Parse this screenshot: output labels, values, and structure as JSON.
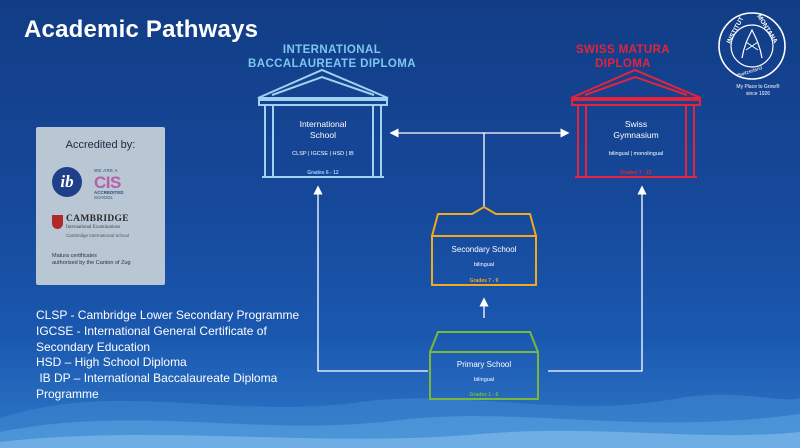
{
  "title": "Academic Pathways",
  "ib_caption": [
    "INTERNATIONAL",
    "BACCALAUREATE DIPLOMA"
  ],
  "swiss_caption": [
    "SWISS MATURA",
    "DIPLOMA"
  ],
  "accreditation": {
    "title": "Accredited by:",
    "ib_logo": "ib",
    "cis_pre": "WE ARE A",
    "cis_word": "CIS",
    "cis_accredited": "ACCREDITED",
    "cis_school": "SCHOOL",
    "cambridge_word": "CAMBRIDGE",
    "cambridge_sub": "International Examinations",
    "cambridge_school": "Cambridge International School",
    "matura_line1": "Matura certificates",
    "matura_line2": "authorised by the Canton of Zug"
  },
  "buildings": {
    "international": {
      "name1": "International",
      "name2": "School",
      "sub": "CLSP | IGCSE | HSD | IB",
      "grades": "Grades 6 - 12",
      "color": "#9fd3f1"
    },
    "swiss": {
      "name1": "Swiss",
      "name2": "Gymnasium",
      "sub": "bilingual | monolingual",
      "grades": "Grades 7 - 12",
      "color": "#e5233a"
    },
    "secondary": {
      "name": "Secondary School",
      "sub": "bilingual",
      "grades": "Grades 7 - 9",
      "color": "#f2a91d"
    },
    "primary": {
      "name": "Primary School",
      "sub": "bilingual",
      "grades": "Grades 1 - 6",
      "color": "#79b83a"
    }
  },
  "legend": [
    "CLSP - Cambridge Lower Secondary Programme",
    "IGCSE - International General Certificate of",
    "Secondary Education",
    "HSD – High School Diploma",
    " IB DP – International Baccalaureate Diploma",
    "Programme"
  ],
  "logo": {
    "arc_left": "INSTITUT",
    "arc_right": "MONTANA",
    "arc_bottom": "Switzerland",
    "tagline1": "My Place to Grow®",
    "tagline2": "since 1926"
  },
  "colors": {
    "arrow": "#ffffff",
    "accent_blue": "#7cc7ee",
    "accent_red": "#e5233a"
  }
}
